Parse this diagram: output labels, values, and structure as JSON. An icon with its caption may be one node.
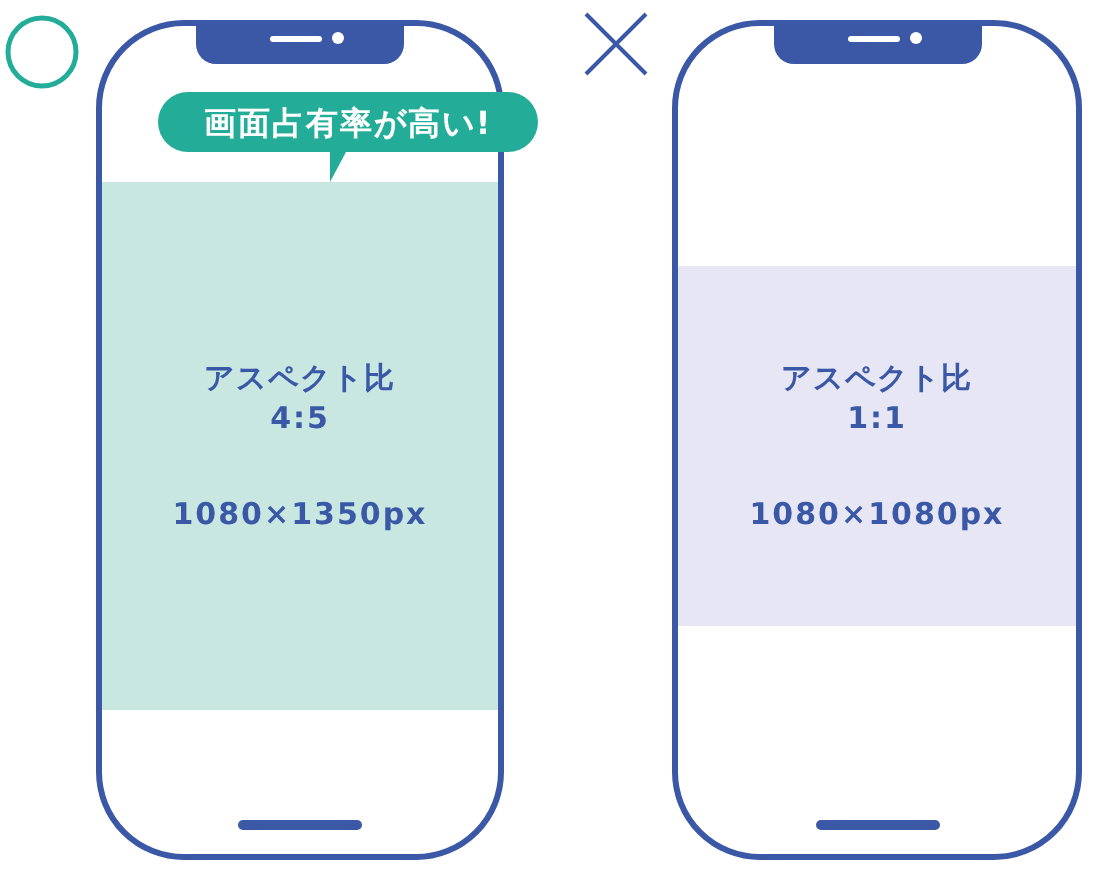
{
  "diagram": {
    "nodes": [
      {
        "text": [],
        "shape": "box"
      },
      {
        "text": [],
        "shape": "notch",
        "in": 0
      },
      {
        "text": [
          "画面占有率が高い!"
        ],
        "in": 0
      },
      {
        "text": [
          "アスペクト比",
          "4:5",
          "1080×1350px"
        ],
        "in": 0
      },
      {
        "text": [],
        "shape": "box"
      },
      {
        "text": [],
        "shape": "notch",
        "in": 4
      },
      {
        "text": [
          "アスペクト比",
          "1:1",
          "1080×1080px"
        ],
        "in": 4
      }
    ]
  }
}
